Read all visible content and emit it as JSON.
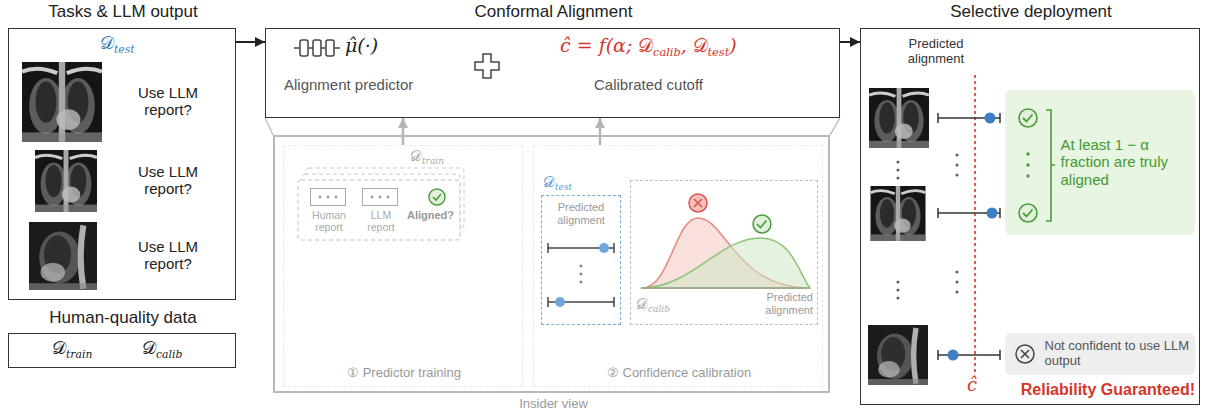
{
  "diagram": {
    "nodes": [
      {
        "text": [
          "Tasks & LLM output"
        ]
      },
      {
        "text": [
          "Human-quality data"
        ]
      },
      {
        "text": [
          "Conformal Alignment",
          "Alignment predictor",
          "Calibrated cutoff"
        ]
      },
      {
        "text": [
          "Insider view"
        ]
      },
      {
        "text": [
          "① Predictor training"
        ],
        "in": 3
      },
      {
        "text": [
          "Human report"
        ],
        "in": 4
      },
      {
        "text": [
          "LLM report"
        ],
        "in": 4
      },
      {
        "text": [
          "② Confidence calibration"
        ],
        "in": 3
      },
      {
        "text": [
          "Predicted alignment"
        ],
        "in": 7
      },
      {
        "text": [
          "Predicted alignment"
        ],
        "in": 7
      },
      {
        "text": [
          "Selective deployment",
          "Predicted alignment"
        ]
      },
      {
        "text": [
          "At least 1 − α fraction are truly aligned"
        ],
        "in": 10
      },
      {
        "text": [
          "Not confident to use LLM output"
        ],
        "in": 10
      }
    ],
    "edges": [
      {
        "from": 0,
        "to": 2,
        "arrow": "to"
      },
      {
        "from": 2,
        "to": 10,
        "arrow": "to"
      },
      {
        "from": 4,
        "to": 2,
        "arrow": "to"
      },
      {
        "from": 7,
        "to": 2,
        "arrow": "to"
      }
    ],
    "labels": [
      "𝒟",
      "test",
      "Use LLM report?",
      "Use LLM report?",
      "Use LLM report?",
      "𝒟",
      "train",
      "𝒟",
      "calib",
      "μ̂(·)",
      "ĉ = f(α;",
      "𝒟",
      "calib",
      ",",
      "𝒟",
      "test",
      ")",
      "𝒟",
      "train",
      "Aligned?",
      "𝒟",
      "test",
      "𝒟",
      "calib",
      "ĉ",
      "Reliability Guaranteed!"
    ]
  }
}
